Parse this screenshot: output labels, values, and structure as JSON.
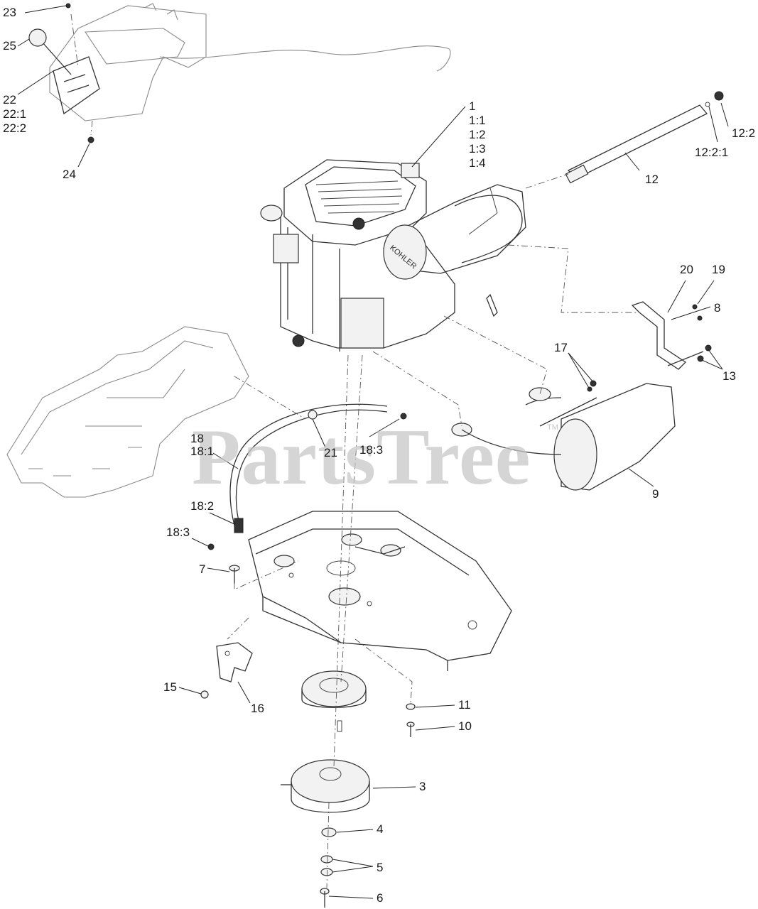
{
  "watermark": {
    "text": "PartsTree",
    "tm": "TM"
  },
  "callouts": {
    "c1": "1",
    "c1_1": "1:1",
    "c1_2": "1:2",
    "c1_3": "1:3",
    "c1_4": "1:4",
    "c3": "3",
    "c4": "4",
    "c5": "5",
    "c6": "6",
    "c7": "7",
    "c8": "8",
    "c9": "9",
    "c10": "10",
    "c11": "11",
    "c12": "12",
    "c12_2": "12:2",
    "c12_2_1": "12:2:1",
    "c13": "13",
    "c15": "15",
    "c16": "16",
    "c17": "17",
    "c18": "18",
    "c18_1": "18:1",
    "c18_2": "18:2",
    "c18_3a": "18:3",
    "c18_3b": "18:3",
    "c19": "19",
    "c20": "20",
    "c21": "21",
    "c22": "22",
    "c22_1": "22:1",
    "c22_2": "22:2",
    "c23": "23",
    "c24": "24",
    "c25": "25"
  },
  "engine_brand": "KOHLER",
  "colors": {
    "line": "#333333",
    "ghost": "#8a8a8a",
    "watermark": "#c8c8c8",
    "background": "#ffffff"
  }
}
